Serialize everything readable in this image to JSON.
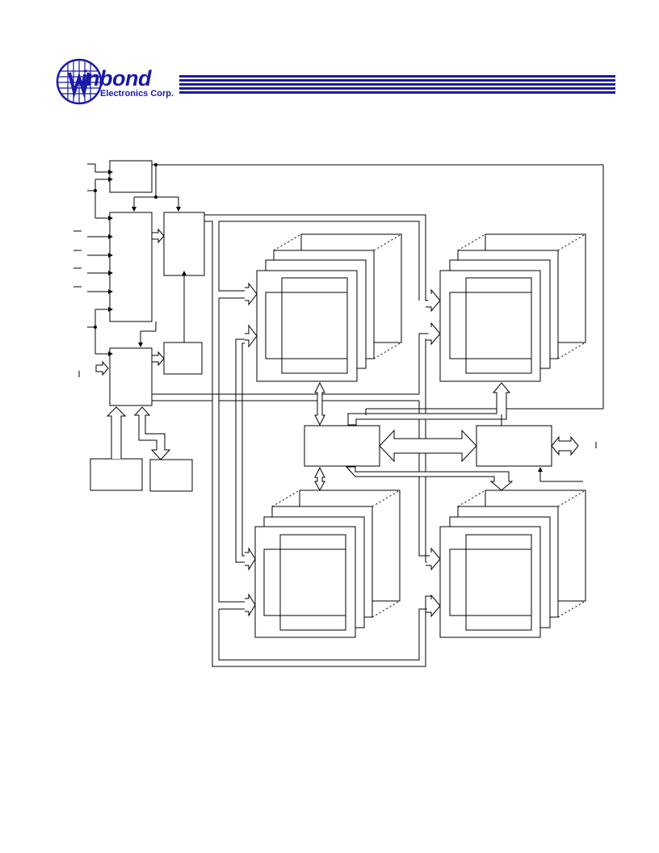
{
  "header": {
    "logo_text": "inbond",
    "logo_letter": "W",
    "logo_subtitle": "Electronics Corp."
  },
  "colors": {
    "brand": "#1a1aa6",
    "line": "#000000"
  },
  "icons": {
    "logo": "winbond-globe-logo",
    "arrows": "hollow-block-arrow",
    "dots": "junction-dot"
  }
}
